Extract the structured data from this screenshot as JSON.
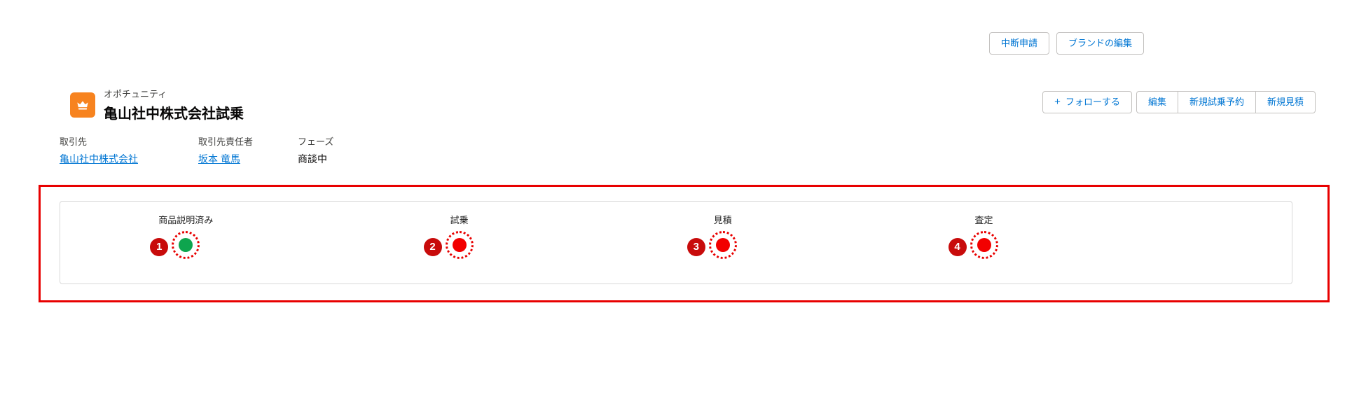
{
  "top_bar": {
    "buttons": [
      {
        "label": "中断申請"
      },
      {
        "label": "ブランドの編集"
      }
    ]
  },
  "header": {
    "entity_label": "オポチュニティ",
    "title": "亀山社中株式会社試乗",
    "icon": {
      "name": "opportunity-crown-icon",
      "background": "#f7831f"
    },
    "actions": {
      "follow": {
        "plus": "+",
        "label": "フォローする"
      },
      "buttons": [
        {
          "label": "編集"
        },
        {
          "label": "新規試乗予約"
        },
        {
          "label": "新規見積"
        }
      ]
    }
  },
  "details": {
    "fields": [
      {
        "label": "取引先",
        "value": "亀山社中株式会社",
        "link": true
      },
      {
        "label": "取引先責任者",
        "value": "坂本 竜馬",
        "link": true
      },
      {
        "label": "フェーズ",
        "value": "商談中",
        "link": false
      }
    ]
  },
  "sales_path": {
    "items": [
      {
        "number": "1",
        "label": "商品説明済み",
        "dot_color": "#0ea54e"
      },
      {
        "number": "2",
        "label": "試乗",
        "dot_color": "#f20000"
      },
      {
        "number": "3",
        "label": "見積",
        "dot_color": "#f20000"
      },
      {
        "number": "4",
        "label": "査定",
        "dot_color": "#f20000"
      }
    ],
    "colors": {
      "done_dot": "#0ea54e",
      "pending_dot": "#f20000",
      "annotation_ring": "#e80000",
      "annotation_box": "#e80000",
      "annotation_badge": "#c80b0b"
    },
    "link_color": "#0176d3"
  }
}
